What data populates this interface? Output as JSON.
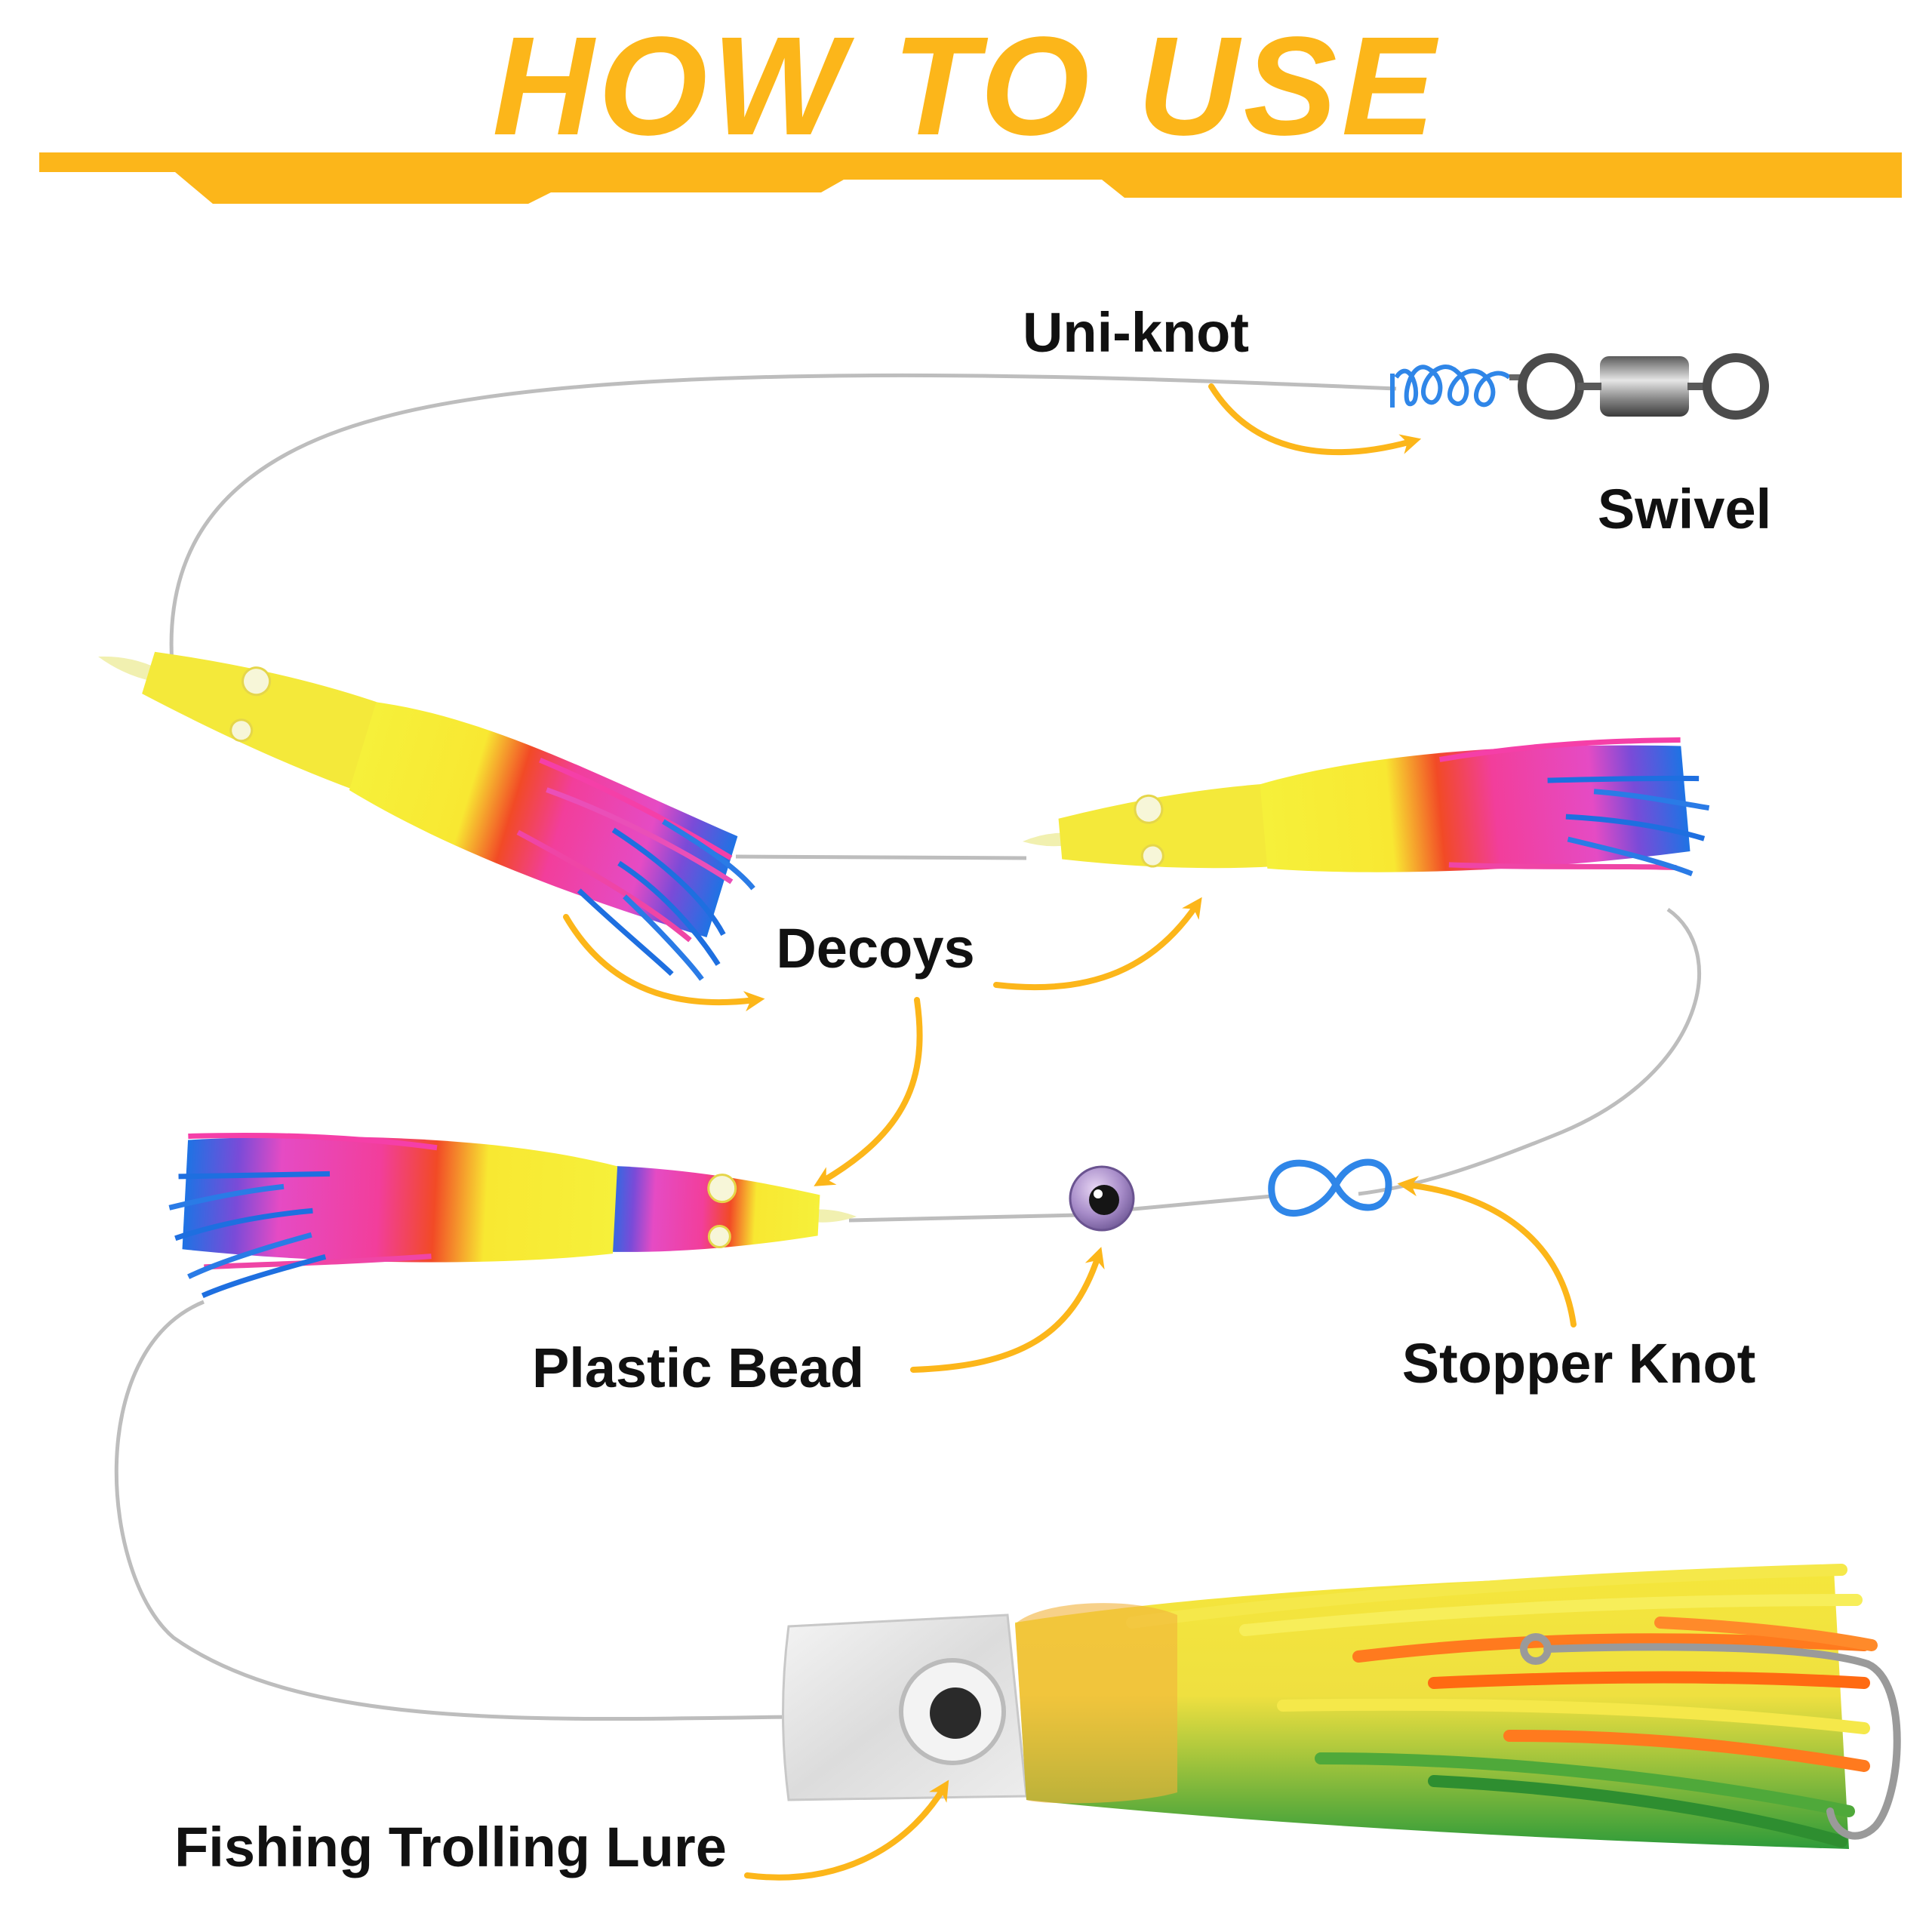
{
  "title": "HOW TO USE",
  "labels": {
    "uni_knot": "Uni-knot",
    "swivel": "Swivel",
    "decoys": "Decoys",
    "plastic_bead": "Plastic Bead",
    "stopper_knot": "Stopper Knot",
    "trolling_lure": "Fishing Trolling Lure"
  },
  "colors": {
    "accent": "#FCB61A",
    "line": "#BDBDBD",
    "knot": "#2F86E8",
    "label": "#111111"
  }
}
